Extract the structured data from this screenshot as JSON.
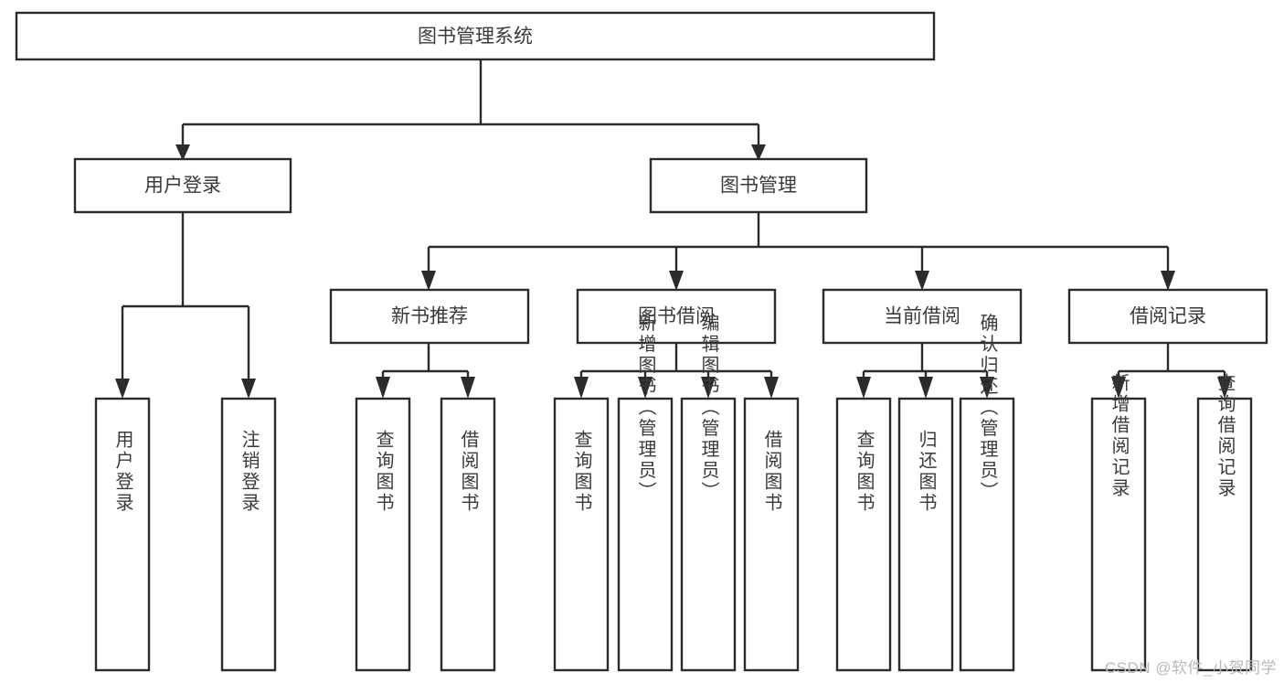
{
  "diagram": {
    "type": "tree-hierarchy",
    "title": "图书管理系统",
    "watermark": "CSDN @软件_小贺同学",
    "colors": {
      "background": "#ffffff",
      "box_stroke": "#2b2b2b",
      "box_fill": "#ffffff",
      "text": "#3a3a3a",
      "watermark_text": "#b9b9b9"
    },
    "levels": {
      "root": {
        "label": "图书管理系统"
      },
      "level2": [
        {
          "label": "用户登录"
        },
        {
          "label": "图书管理"
        }
      ],
      "level3": [
        {
          "label": "新书推荐"
        },
        {
          "label": "图书借阅"
        },
        {
          "label": "当前借阅"
        },
        {
          "label": "借阅记录"
        }
      ],
      "leaves": {
        "user_login": [
          {
            "label": "用户登录"
          },
          {
            "label": "注销登录"
          }
        ],
        "new_book_recommend": [
          {
            "label": "查询图书"
          },
          {
            "label": "借阅图书"
          }
        ],
        "book_borrow": [
          {
            "label": "查询图书"
          },
          {
            "label": "新增图书（管理员）"
          },
          {
            "label": "编辑图书（管理员）"
          },
          {
            "label": "借阅图书"
          }
        ],
        "current_borrow": [
          {
            "label": "查询图书"
          },
          {
            "label": "归还图书"
          },
          {
            "label": "确认归还（管理员）"
          }
        ],
        "borrow_record": [
          {
            "label": "新增借阅记录"
          },
          {
            "label": "查询借阅记录"
          }
        ]
      }
    }
  }
}
